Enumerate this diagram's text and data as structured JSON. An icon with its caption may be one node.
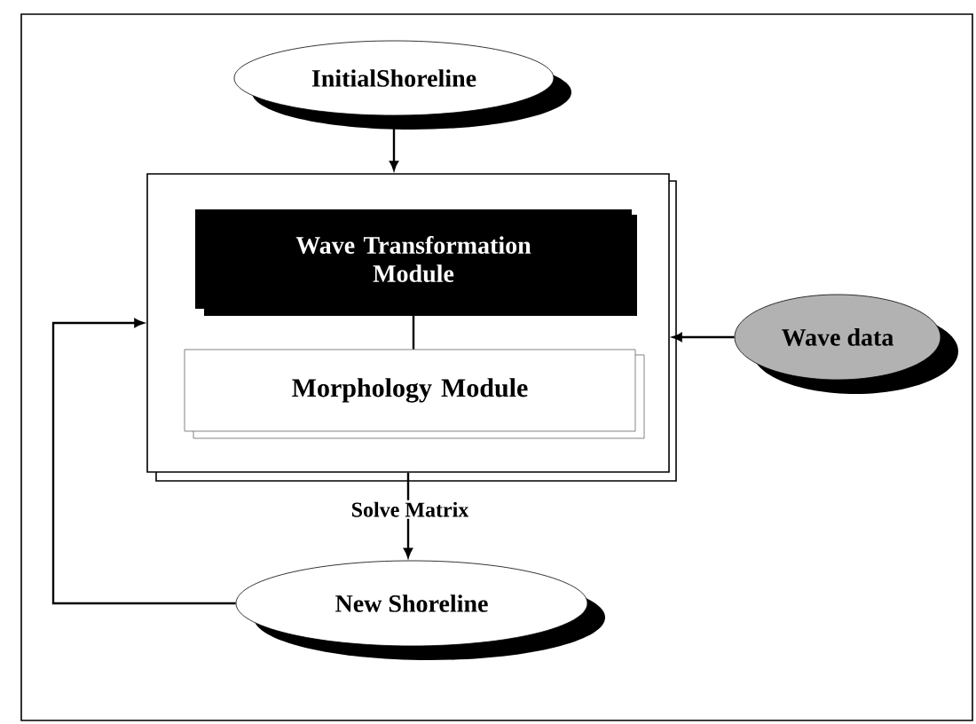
{
  "diagram": {
    "nodes": [
      {
        "text": [
          "InitialShoreline"
        ]
      },
      {
        "text": [],
        "shape": "box"
      },
      {
        "text": [
          "Wave Transformation Module"
        ],
        "in": 1
      },
      {
        "text": [
          "Morphology Module"
        ],
        "in": 1
      },
      {
        "text": [
          "Wave data"
        ]
      },
      {
        "text": [
          "New Shoreline"
        ]
      }
    ],
    "edges": [
      {
        "from": 0,
        "to": 1,
        "arrow": "to"
      },
      {
        "from": 2,
        "to": 3,
        "arrow": "none"
      },
      {
        "from": 4,
        "to": 1,
        "arrow": "to"
      },
      {
        "from": 1,
        "to": 5,
        "arrow": "to",
        "label": "Solve Matrix"
      },
      {
        "from": 5,
        "to": 1,
        "arrow": "to"
      }
    ]
  }
}
